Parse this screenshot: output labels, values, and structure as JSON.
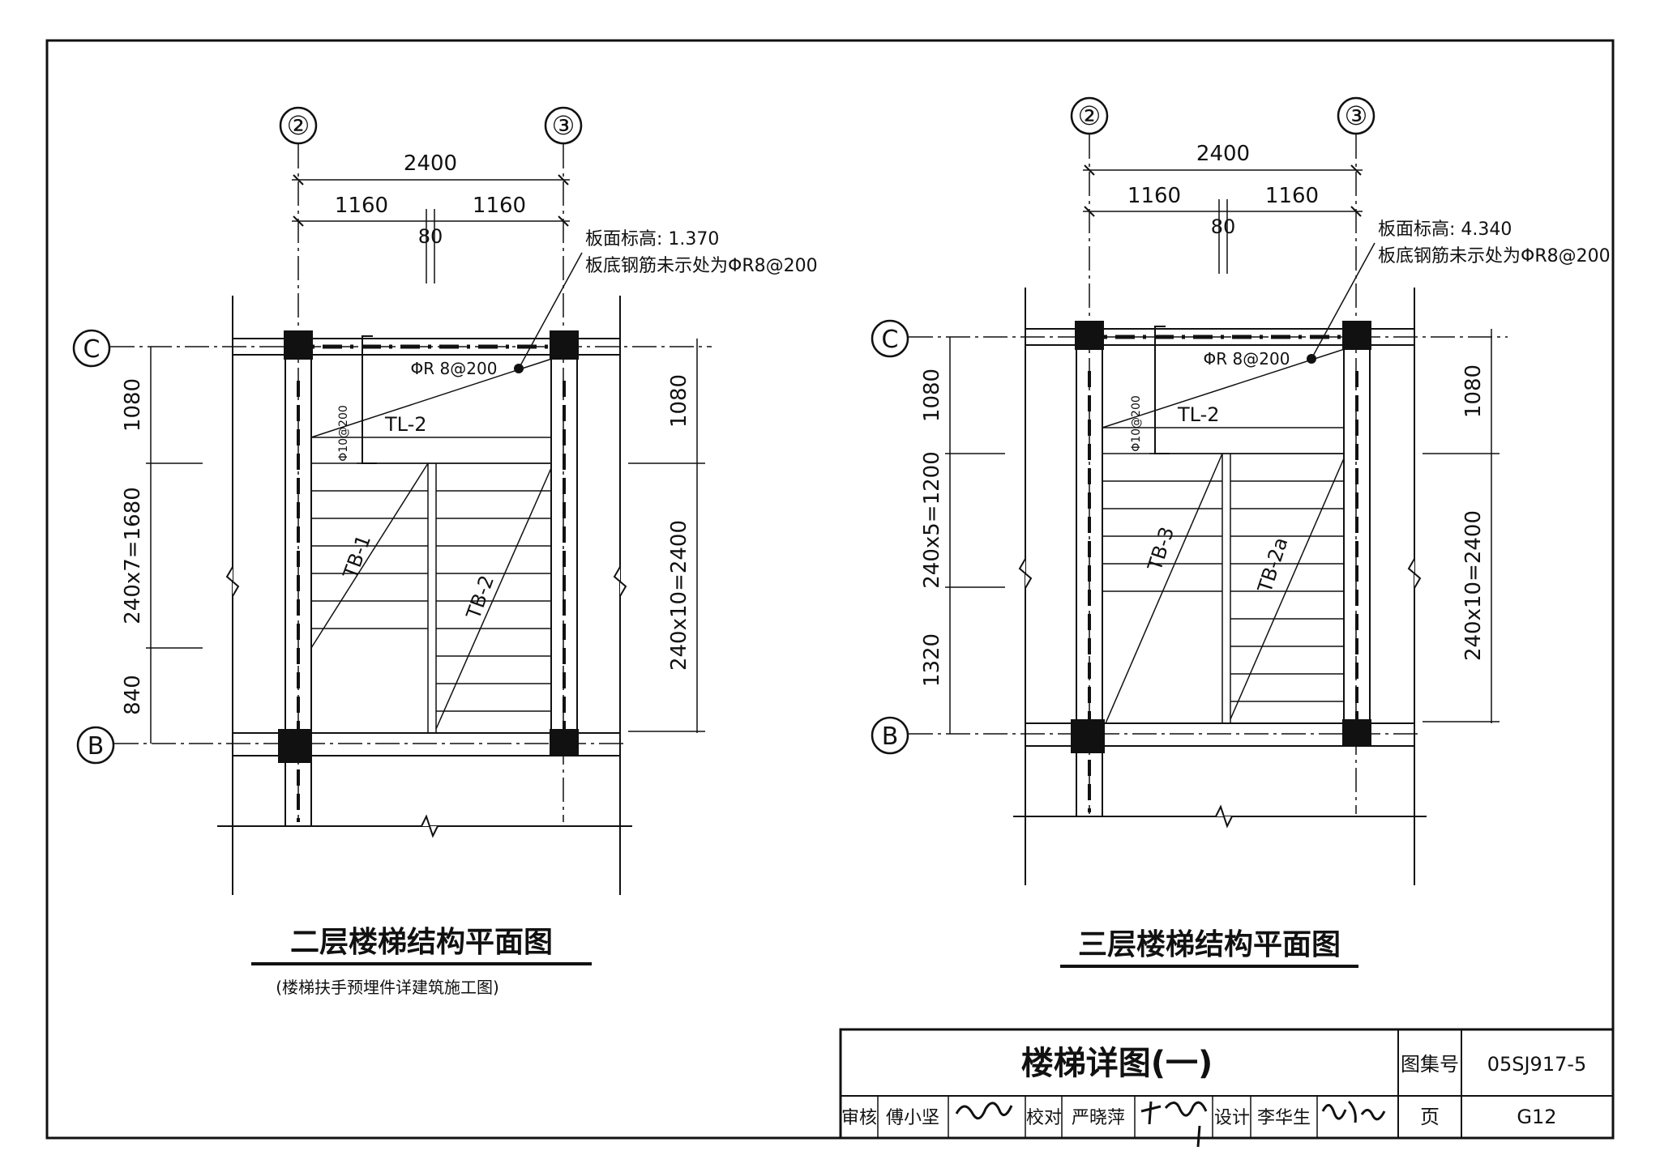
{
  "plans": [
    {
      "axis_labels": {
        "left_col": "②",
        "right_col": "③",
        "top_row": "C",
        "bottom_row": "B"
      },
      "dims_top": {
        "overall": "2400",
        "left": "1160",
        "right": "1160",
        "gap": "80"
      },
      "note_elevation": "板面标高: 1.370",
      "note_rebar": "板底钢筋未示处为ΦR8@200",
      "rebar_label": "ΦR 8@200",
      "rebar_vertical": "Φ10@200",
      "beam_label": "TL-2",
      "flight_labels": [
        "TB-1",
        "TB-2"
      ],
      "dims_left": [
        "1080",
        "240x7=1680",
        "840"
      ],
      "dims_right": [
        "1080",
        "240x10=2400"
      ],
      "title": "二层楼梯结构平面图",
      "subtitle": "(楼梯扶手预埋件详建筑施工图)"
    },
    {
      "axis_labels": {
        "left_col": "②",
        "right_col": "③",
        "top_row": "C",
        "bottom_row": "B"
      },
      "dims_top": {
        "overall": "2400",
        "left": "1160",
        "right": "1160",
        "gap": "80"
      },
      "note_elevation": "板面标高: 4.340",
      "note_rebar": "板底钢筋未示处为ΦR8@200",
      "rebar_label": "ΦR 8@200",
      "rebar_vertical": "Φ10@200",
      "beam_label": "TL-2",
      "flight_labels": [
        "TB-3",
        "TB-2a"
      ],
      "dims_left": [
        "1080",
        "240x5=1200",
        "1320"
      ],
      "dims_right": [
        "1080",
        "240x10=2400"
      ],
      "title": "三层楼梯结构平面图",
      "subtitle": ""
    }
  ],
  "title_block": {
    "drawing_title": "楼梯详图(一)",
    "atlas_label": "图集号",
    "atlas_no": "05SJ917-5",
    "page_label": "页",
    "page_no": "G12",
    "review_label": "审核",
    "reviewer": "傅小坚",
    "check_label": "校对",
    "checker": "严晓萍",
    "design_label": "设计",
    "designer": "李华生"
  }
}
